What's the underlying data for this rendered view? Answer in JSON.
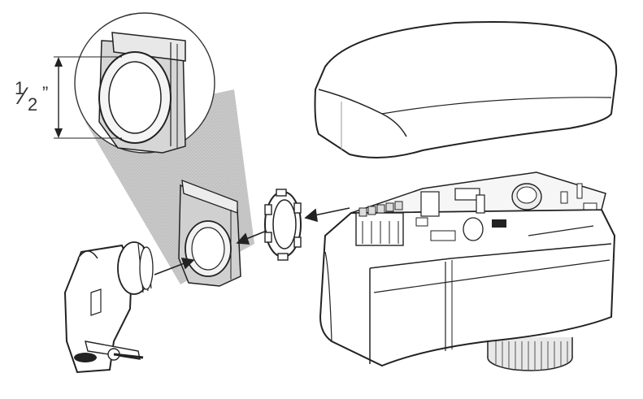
{
  "dimension": {
    "numerator": "1",
    "slash": "⁄",
    "denominator": "2",
    "unit": "”"
  },
  "parts": [
    "enclosure-cover",
    "actuator-body",
    "knockout-detail",
    "locknut",
    "cable-connector"
  ]
}
